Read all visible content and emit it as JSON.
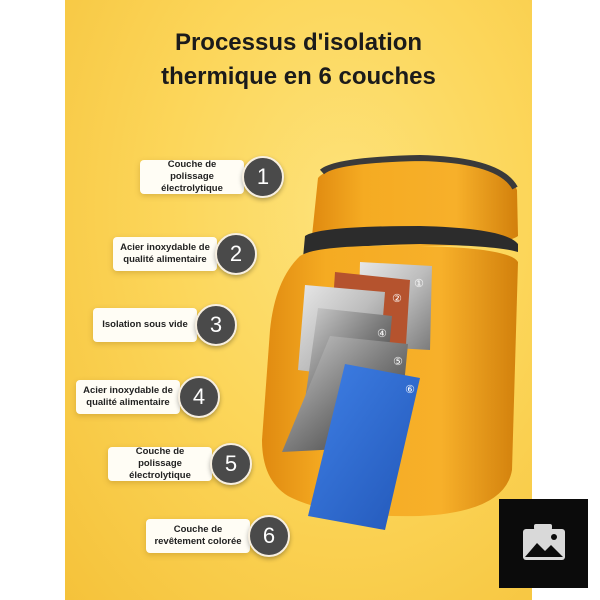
{
  "title": {
    "line1": "Processus d'isolation",
    "line2": "thermique en 6 couches"
  },
  "steps": [
    {
      "num": "1",
      "line1": "Couche de polissage",
      "line2": "électrolytique"
    },
    {
      "num": "2",
      "line1": "Acier inoxydable de",
      "line2": "qualité alimentaire"
    },
    {
      "num": "3",
      "line1": "Isolation sous vide",
      "line2": ""
    },
    {
      "num": "4",
      "line1": "Acier inoxydable de",
      "line2": "qualité alimentaire"
    },
    {
      "num": "5",
      "line1": "Couche de polissage",
      "line2": "électrolytique"
    },
    {
      "num": "6",
      "line1": "Couche de",
      "line2": "revêtement colorée"
    }
  ],
  "layer_numbers": [
    "①",
    "②",
    "④",
    "⑤",
    "⑥"
  ],
  "colors": {
    "background": "#fcd65a",
    "jar_body": "#f2a41d",
    "badge": "#4a4a4a",
    "copper_layer": "#b5532e",
    "blue_layer": "#2f6fd6"
  },
  "icons": {
    "corner": "image-placeholder-icon"
  }
}
